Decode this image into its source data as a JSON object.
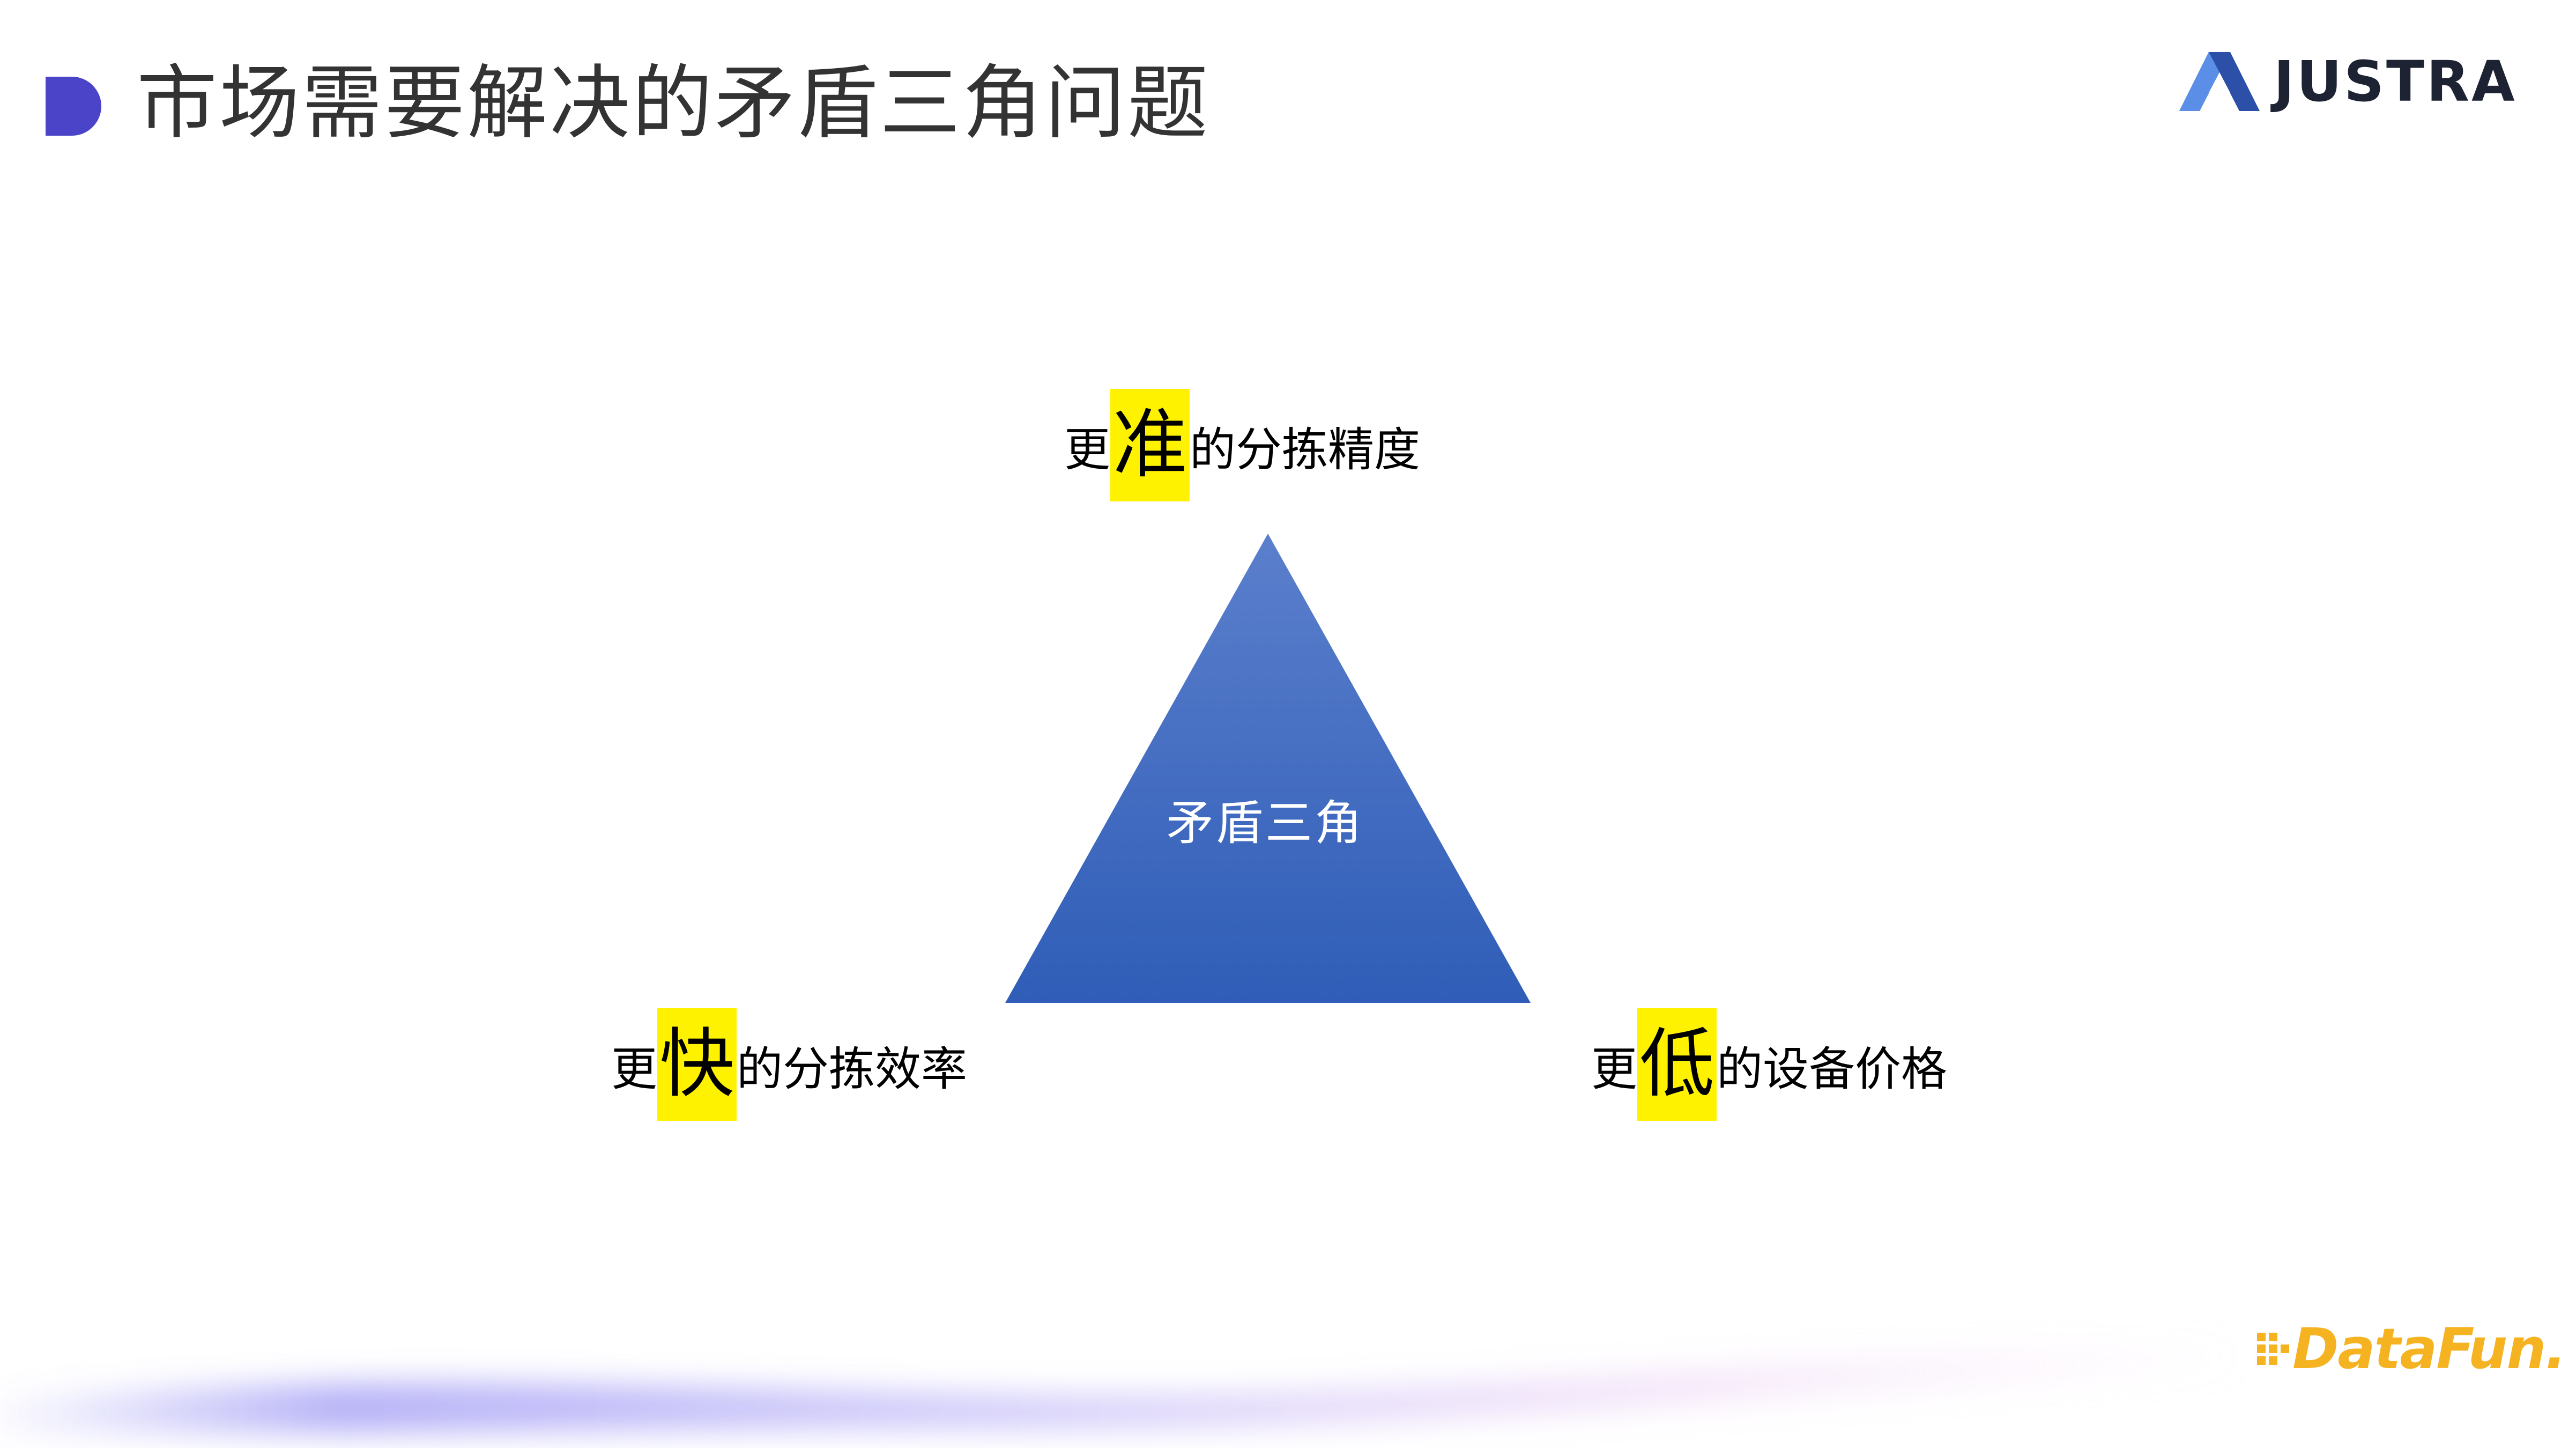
{
  "header": {
    "title": "市场需要解决的矛盾三角问题",
    "logo_text": "JUSTRA",
    "logo_icon": "justra-a-logo"
  },
  "diagram": {
    "center": "矛盾三角",
    "vertices": [
      {
        "prefix": "更",
        "highlight": "准",
        "suffix": "的分拣精度"
      },
      {
        "prefix": "更",
        "highlight": "快",
        "suffix": "的分拣效率"
      },
      {
        "prefix": "更",
        "highlight": "低",
        "suffix": "的设备价格"
      }
    ],
    "colors": {
      "triangle_top": "#5b7fcc",
      "triangle_bottom": "#2f5db7",
      "highlight": "#fff200",
      "title_marker": "#4b43c8"
    }
  },
  "footer": {
    "logo_text": "DataFun.",
    "logo_icon": "datafun-pixel-logo"
  }
}
